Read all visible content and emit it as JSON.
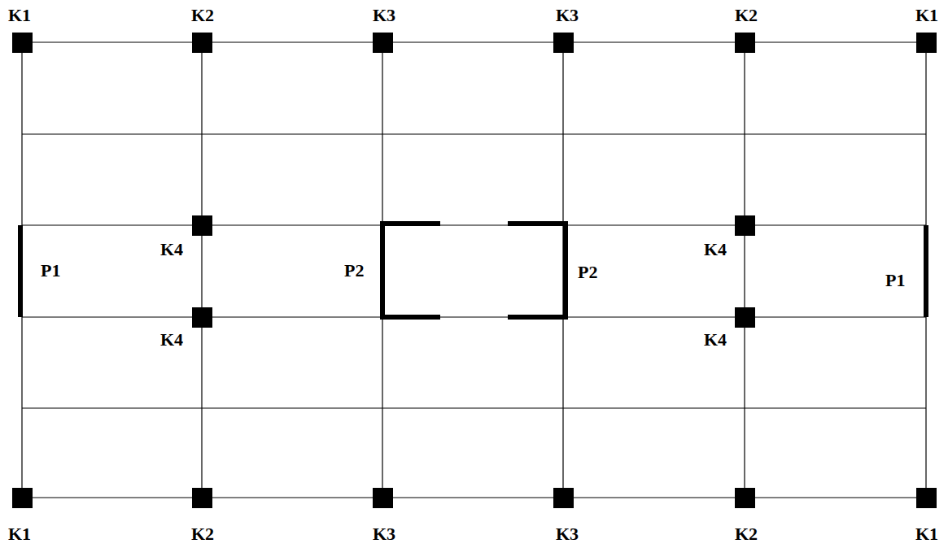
{
  "diagram": {
    "labels": [
      "K1",
      "K2",
      "K3",
      "K3",
      "K2",
      "K1",
      "K4",
      "K4",
      "P1",
      "P2",
      "P2",
      "P1",
      "K4",
      "K4",
      "K1",
      "K2",
      "K3",
      "K3",
      "K2",
      "K1"
    ]
  }
}
